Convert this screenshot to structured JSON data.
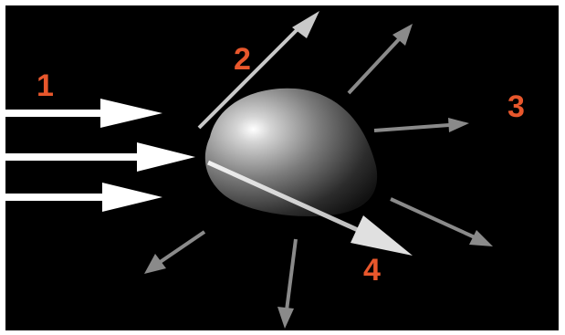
{
  "labels": {
    "one": "1",
    "two": "2",
    "three": "3",
    "four": "4"
  },
  "colors": {
    "background": "#000000",
    "label": "#e8572c",
    "incident_arrow": "#ffffff",
    "scatter_arrow": "#8a8a8a",
    "body": "#7a7a7a"
  }
}
